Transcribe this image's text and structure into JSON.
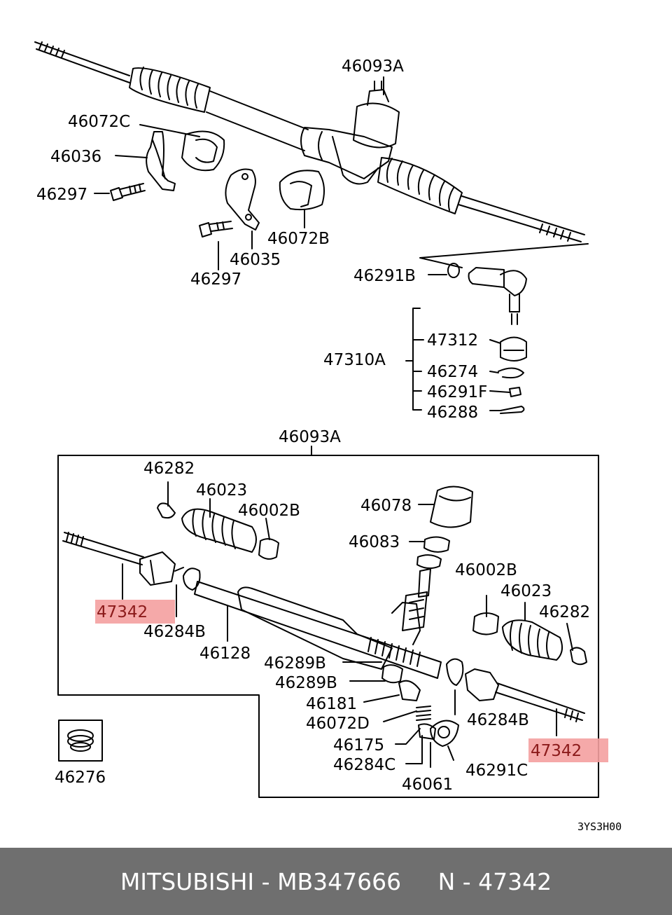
{
  "diagram": {
    "labels_top": {
      "a": "46093A",
      "b": "46072C",
      "c": "46036",
      "d": "46297",
      "e": "46297",
      "f": "46035",
      "g": "46072B",
      "h": "46291B",
      "i": "47310A",
      "j": "47312",
      "k": "46274",
      "l": "46291F",
      "m": "46288"
    },
    "labels_bottom": {
      "box_title": "46093A",
      "a": "46282",
      "b": "46023",
      "c": "46002B",
      "d": "46078",
      "e": "46083",
      "f": "47342",
      "g": "46284B",
      "h": "46128",
      "i": "46002B",
      "j": "46023",
      "k": "46282",
      "l": "46289B",
      "m": "46289B",
      "n": "46181",
      "o": "46072D",
      "p": "46175",
      "q": "46284C",
      "r": "46061",
      "s": "46291C",
      "t": "46284B",
      "u": "47342",
      "v": "46276"
    },
    "code": "3YS3H00",
    "highlight_color": "#f4a0a0"
  },
  "footer": {
    "brand": "MITSUBISHI",
    "sep1": " - ",
    "part_number": "MB347666",
    "gap": "     ",
    "ref": "N - 47342"
  }
}
